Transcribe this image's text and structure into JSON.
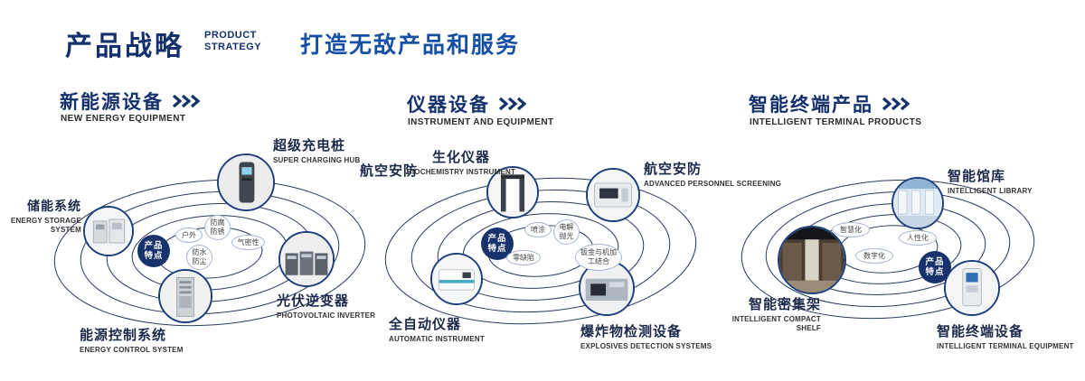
{
  "header": {
    "title": "产品战略",
    "subtitle_line1": "PRODUCT",
    "subtitle_line2": "STRATEGY",
    "slogan": "打造无敌产品和服务"
  },
  "badge": {
    "line1": "产品",
    "line2": "特点"
  },
  "colors": {
    "navy": "#14316e",
    "blue": "#1550a5",
    "badge_bg": "#17326d",
    "orbit_stroke": "#2b3a5c"
  },
  "sections": [
    {
      "title": "新能源设备",
      "subtitle": "NEW ENERGY EQUIPMENT",
      "features": [
        "户外",
        "防腐防锈",
        "气密性",
        "防水防尘"
      ],
      "nodes": [
        {
          "title": "储能系统",
          "subtitle": "ENERGY STORAGE SYSTEM"
        },
        {
          "title": "超级充电桩",
          "subtitle": "SUPER CHARGING HUB"
        },
        {
          "title": "光伏逆变器",
          "subtitle": "PHOTOVOLTAIC INVERTER"
        },
        {
          "title": "能源控制系统",
          "subtitle": "ENERGY CONTROL SYSTEM"
        }
      ]
    },
    {
      "title": "仪器设备",
      "subtitle": "INSTRUMENT AND EQUIPMENT",
      "side_label": "航空安防",
      "features": [
        "喷涂",
        "电解抛光",
        "零缺陷",
        "钣金与机加工结合"
      ],
      "nodes": [
        {
          "title": "生化仪器",
          "subtitle": "BIOCHEMISTRY INSTRUMENT"
        },
        {
          "title": "航空安防",
          "subtitle": "ADVANCED PERSONNEL SCREENING"
        },
        {
          "title": "全自动仪器",
          "subtitle": "AUTOMATIC INSTRUMENT"
        },
        {
          "title": "爆炸物检测设备",
          "subtitle": "EXPLOSIVES DETECTION SYSTEMS"
        }
      ]
    },
    {
      "title": "智能终端产品",
      "subtitle": "INTELLIGENT TERMINAL PRODUCTS",
      "features": [
        "智慧化",
        "人性化",
        "数字化"
      ],
      "nodes": [
        {
          "title": "智能馆库",
          "subtitle": "INTELLIGENT LIBRARY"
        },
        {
          "title": "智能密集架",
          "subtitle": "INTELLIGENT COMPACT SHELF"
        },
        {
          "title": "智能终端设备",
          "subtitle": "INTELLIGENT TERMINAL EQUIPMENT"
        }
      ]
    }
  ]
}
